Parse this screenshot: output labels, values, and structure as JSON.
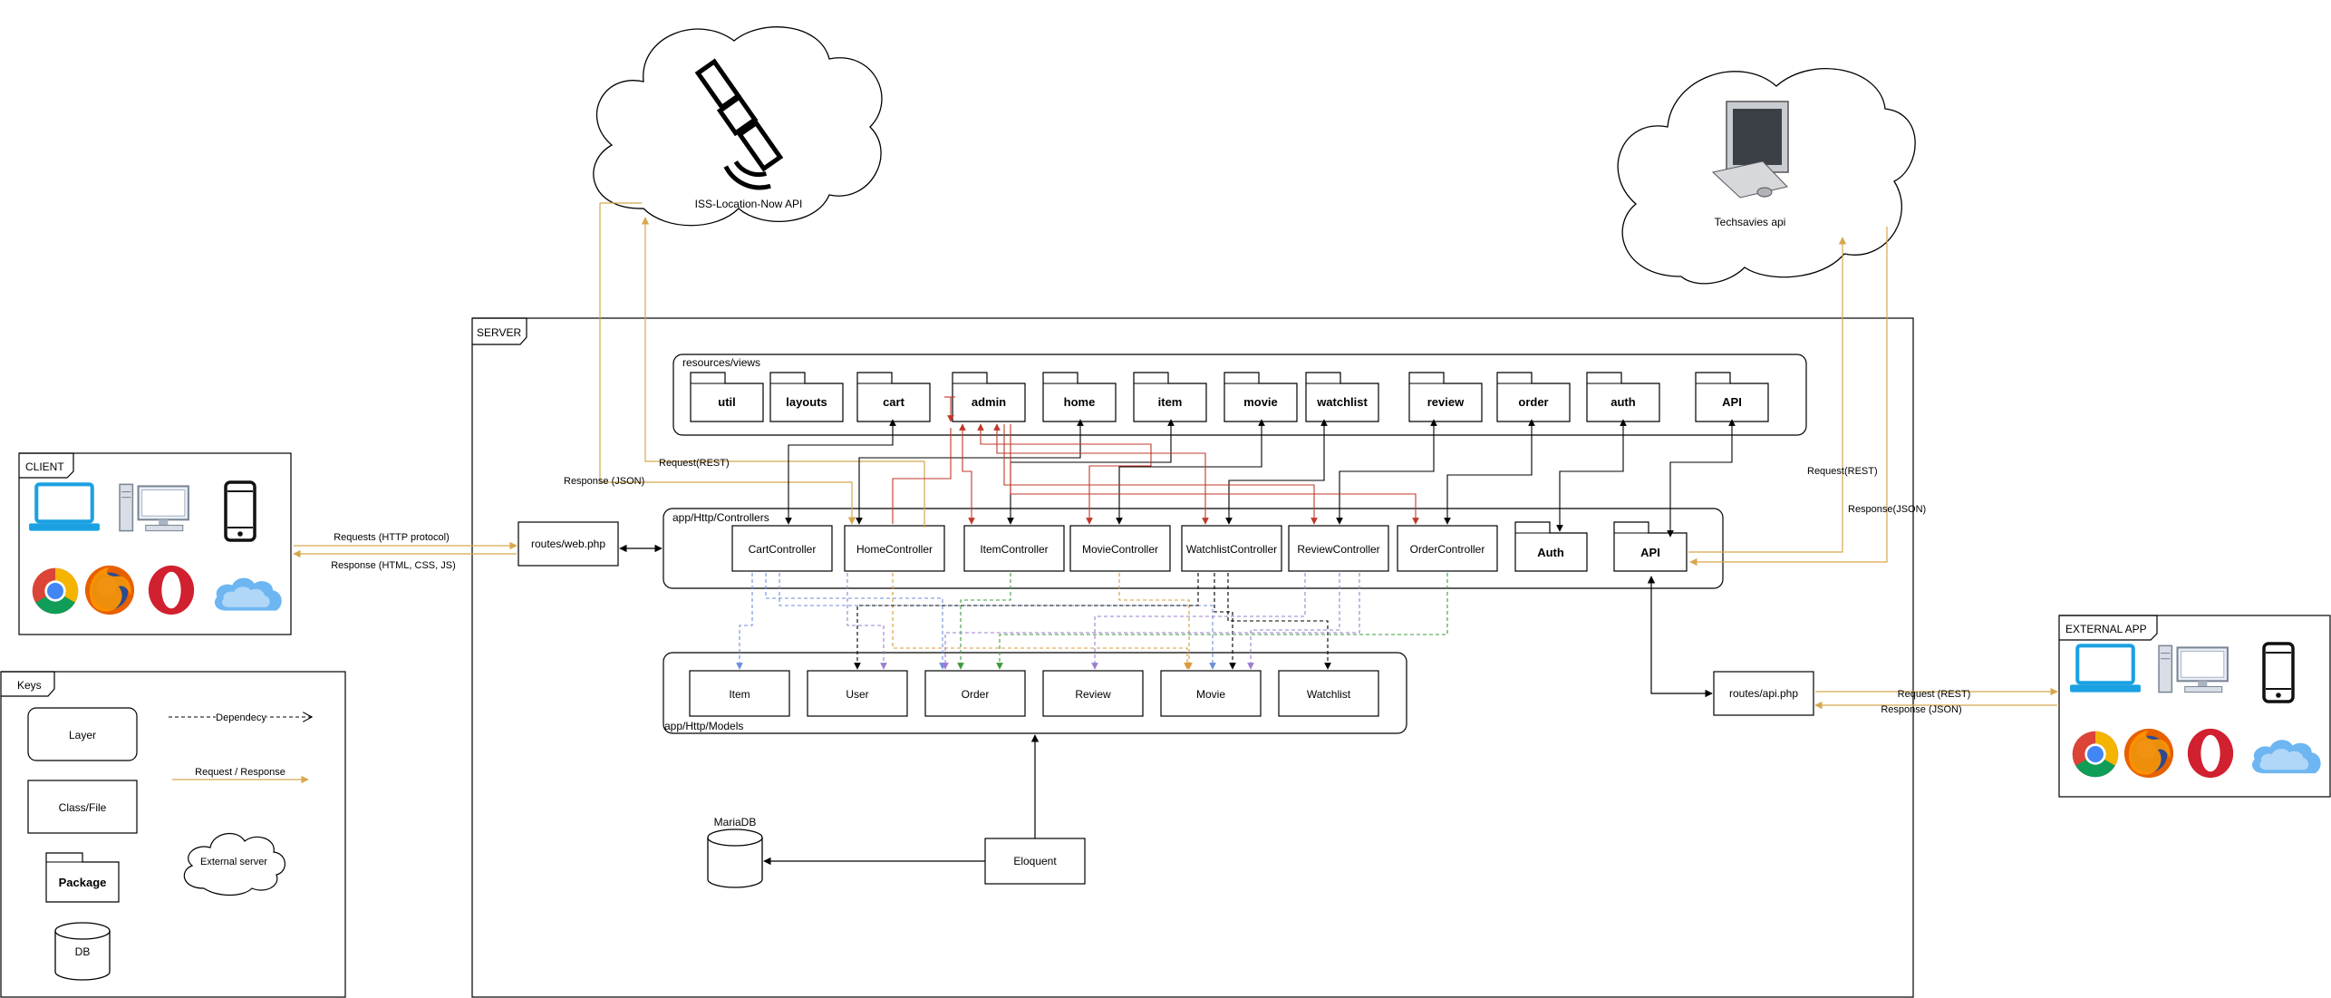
{
  "server": {
    "label": "SERVER"
  },
  "client": {
    "label": "CLIENT",
    "icons": [
      "laptop-icon",
      "desktop-icon",
      "phone-icon",
      "chrome-icon",
      "firefox-icon",
      "opera-icon",
      "cloud-icon"
    ]
  },
  "external_app": {
    "label": "EXTERNAL APP",
    "icons": [
      "laptop-icon",
      "desktop-icon",
      "phone-icon",
      "chrome-icon",
      "firefox-icon",
      "opera-icon",
      "cloud-icon"
    ]
  },
  "clouds": {
    "iss": {
      "label": "ISS-Location-Now API",
      "icon": "satellite-icon"
    },
    "techsavies": {
      "label": "Techsavies api",
      "icon": "computer-icon"
    }
  },
  "routes": {
    "web": "routes/web.php",
    "api": "routes/api.php"
  },
  "views": {
    "label": "resources/views",
    "packages": [
      "util",
      "layouts",
      "cart",
      "admin",
      "home",
      "item",
      "movie",
      "watchlist",
      "review",
      "order",
      "auth",
      "API"
    ]
  },
  "controllers": {
    "label": "app/Http/Controllers",
    "classes": [
      "CartController",
      "HomeController",
      "ItemController",
      "MovieController",
      "WatchlistController",
      "ReviewController",
      "OrderController"
    ],
    "packages": [
      "Auth",
      "API"
    ]
  },
  "models": {
    "label": "app/Http/Models",
    "classes": [
      "Item",
      "User",
      "Order",
      "Review",
      "Movie",
      "Watchlist"
    ]
  },
  "db": {
    "label": "MariaDB",
    "eloquent": "Eloquent"
  },
  "arrows": {
    "client_request": "Requests (HTTP protocol)",
    "client_response": "Response (HTML, CSS, JS)",
    "iss_request": "Request(REST)",
    "iss_response": "Response (JSON)",
    "tech_request": "Request(REST)",
    "tech_response": "Response(JSON)",
    "ext_request": "Request (REST)",
    "ext_response": "Response (JSON)"
  },
  "keys": {
    "title": "Keys",
    "layer": "Layer",
    "class_file": "Class/File",
    "package": "Package",
    "db": "DB",
    "dependency": "Dependecy",
    "request_response": "Request / Response",
    "external_server": "External server"
  },
  "colors": {
    "request_response": "#d6a84e",
    "dependency": "#000000",
    "admin_dependency": "#c0392b",
    "purple_dependency": "#9b7fd1",
    "blue_dependency": "#6d8fd8",
    "green_dependency": "#3f9a3f",
    "orange_dependency": "#d99a3a",
    "laptop_blue": "#1ba1e2",
    "opera_red": "#d1202f"
  }
}
